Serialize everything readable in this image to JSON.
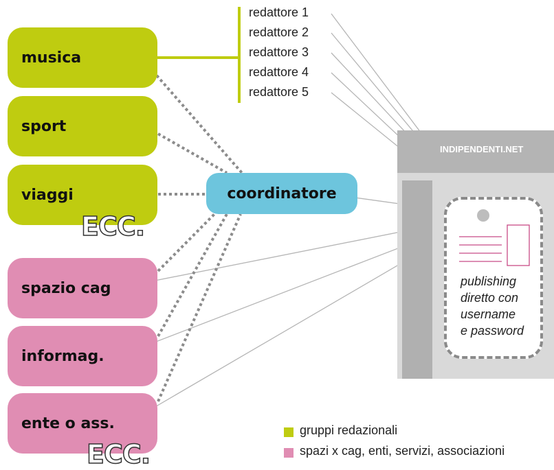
{
  "groups": [
    {
      "label": "musica"
    },
    {
      "label": "sport"
    },
    {
      "label": "viaggi"
    }
  ],
  "spaces": [
    {
      "label": "spazio cag"
    },
    {
      "label": "informag."
    },
    {
      "label": "ente o ass."
    }
  ],
  "ecc_label": "ECC.",
  "coordinator": "coordinatore",
  "editors": [
    "redattore 1",
    "redattore 2",
    "redattore 3",
    "redattore 4",
    "redattore 5"
  ],
  "site": {
    "title": "INDIPENDENTI.NET",
    "publishing_lines": [
      "publishing",
      "diretto con",
      "username",
      "e password"
    ]
  },
  "legend": [
    {
      "label": "gruppi redazionali",
      "color": "#bfcc10"
    },
    {
      "label": "spazi x cag, enti, servizi, associazioni",
      "color": "#e08db3"
    }
  ],
  "colors": {
    "green": "#bfcc10",
    "pink": "#e08db3",
    "blue": "#6dc5dd",
    "gray": "#b4b4b4"
  }
}
